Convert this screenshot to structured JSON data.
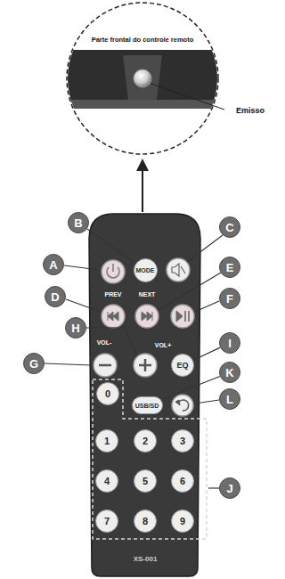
{
  "diagram": {
    "nodes": [
      {
        "text": [
          "B"
        ]
      },
      {
        "text": [
          "MODE"
        ]
      },
      {
        "text": [
          "C"
        ]
      },
      {
        "text": [
          "A"
        ]
      },
      {
        "text": [
          "E"
        ]
      },
      {
        "text": [
          "D"
        ]
      },
      {
        "text": [
          "F"
        ]
      },
      {
        "text": [
          "H"
        ]
      },
      {
        "text": [
          "I"
        ]
      },
      {
        "text": [
          "EQ"
        ]
      },
      {
        "text": [
          "G"
        ]
      },
      {
        "text": [
          "K"
        ]
      },
      {
        "text": [
          "USB/SD"
        ]
      },
      {
        "text": [
          "L"
        ]
      },
      {
        "text": [
          "0"
        ]
      },
      {
        "text": [
          "1"
        ]
      },
      {
        "text": [
          "2"
        ]
      },
      {
        "text": [
          "3"
        ]
      },
      {
        "text": [
          "4"
        ]
      },
      {
        "text": [
          "5"
        ]
      },
      {
        "text": [
          "6"
        ]
      },
      {
        "text": [
          "7"
        ]
      },
      {
        "text": [
          "8"
        ]
      },
      {
        "text": [
          "9"
        ]
      },
      {
        "text": [
          "J"
        ]
      }
    ],
    "edges": [
      {
        "from": 0,
        "to": 1,
        "arrow": "none"
      },
      {
        "from": 8,
        "to": 9,
        "arrow": "none"
      },
      {
        "from": 11,
        "to": 12,
        "arrow": "none"
      }
    ],
    "labels": [
      "Parte frontal do controle remoto",
      "Emisso",
      "PREV",
      "NEXT",
      "VOL-",
      "VOL+",
      "XS-001"
    ]
  }
}
